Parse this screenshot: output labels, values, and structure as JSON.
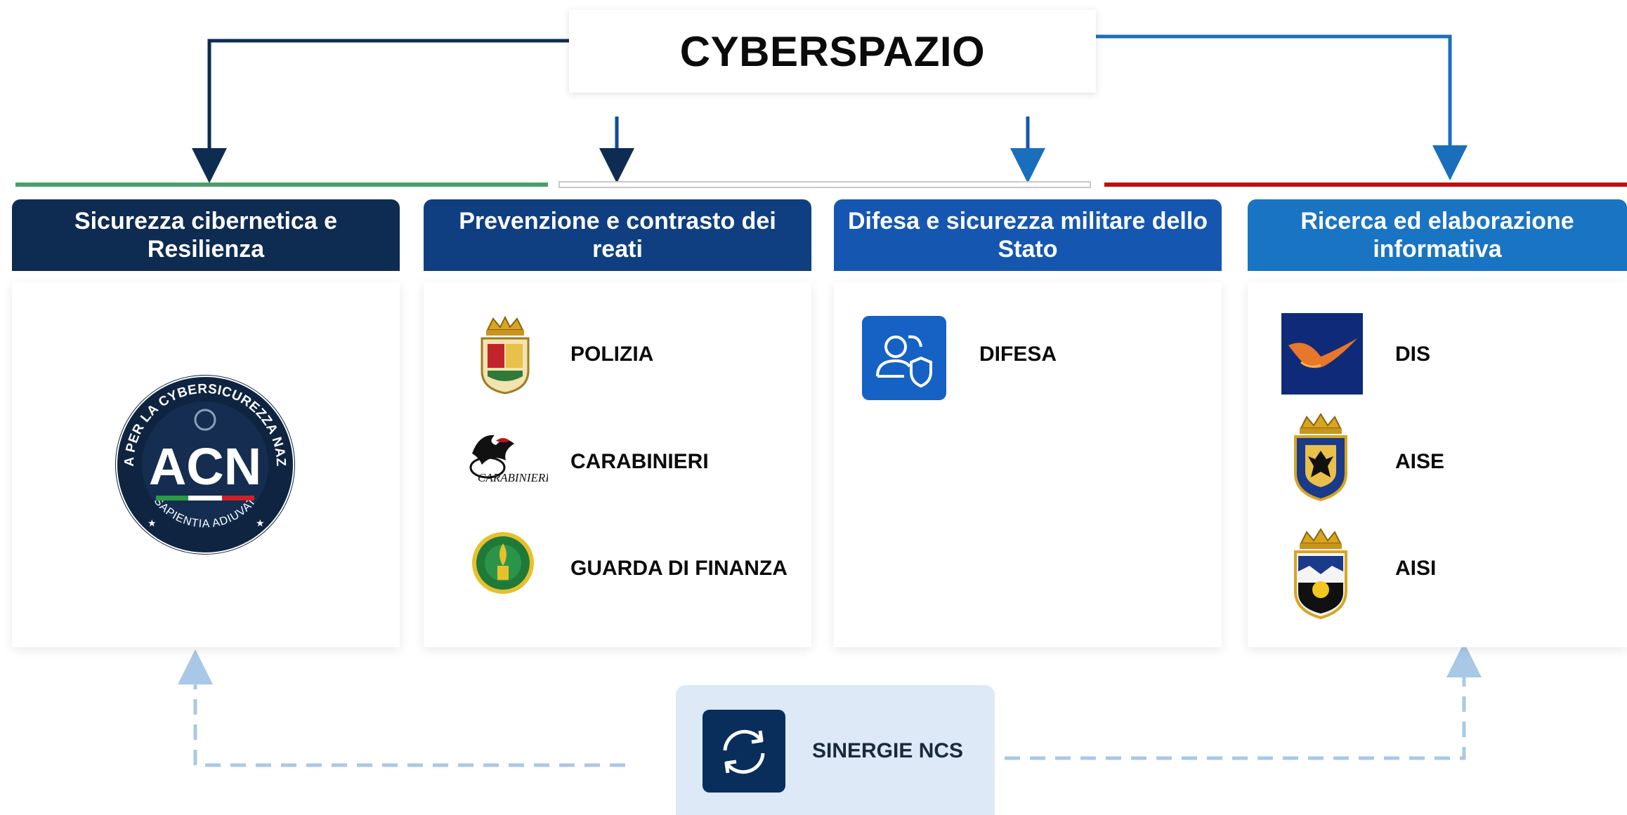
{
  "title": "CYBERSPAZIO",
  "columns": [
    {
      "title": "Sicurezza cibernetica e Resilienza",
      "header_color": "#0e2b52",
      "bar_color": "#4a9e6b",
      "logo": {
        "name": "acn-logo",
        "ring_text": "AGENZIA PER LA CYBERSICUREZZA NAZIONALE",
        "motto": "SAPIENTIA ADIUVAT",
        "mark": "ACN"
      }
    },
    {
      "title": "Prevenzione e contrasto dei reati",
      "header_color": "#0f3f80",
      "bar_color": "#c8c8c8",
      "entries": [
        {
          "label": "POLIZIA",
          "icon": "polizia-crest-icon"
        },
        {
          "label": "CARABINIERI",
          "icon": "carabinieri-flame-icon",
          "logo_text": "CARABINIERI"
        },
        {
          "label": "GUARDA DI FINANZA",
          "icon": "guardia-finanza-emblem-icon"
        }
      ]
    },
    {
      "title": "Difesa e sicurezza militare dello Stato",
      "header_color": "#1557b0",
      "entries": [
        {
          "label": "DIFESA",
          "icon": "people-shield-icon"
        }
      ]
    },
    {
      "title": "Ricerca ed elaborazione informativa",
      "header_color": "#1a74c4",
      "bar_color": "#c00d0d",
      "entries": [
        {
          "label": "DIS",
          "icon": "dis-bird-icon"
        },
        {
          "label": "AISE",
          "icon": "aise-crest-icon"
        },
        {
          "label": "AISI",
          "icon": "aisi-crest-icon"
        }
      ]
    }
  ],
  "synergy": {
    "label": "SINERGIE NCS",
    "icon": "sync-arrows-icon"
  },
  "colors": {
    "arrow_dark": "#0e2b52",
    "arrow_blue": "#1a6fbd",
    "dashed": "#a9c8e8"
  }
}
